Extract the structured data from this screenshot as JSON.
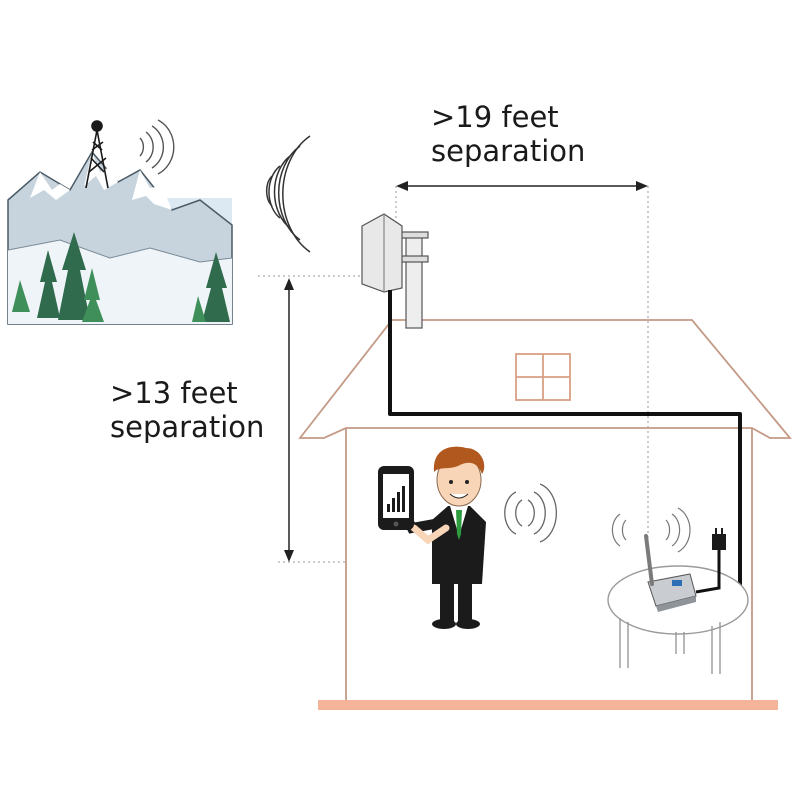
{
  "labels": {
    "horizontal_line1": ">19 feet",
    "horizontal_line2": "separation",
    "vertical_line1": ">13 feet",
    "vertical_line2": "separation"
  },
  "colors": {
    "house_outline": "#c49a86",
    "ground": "#f4b49a",
    "window": "#d89f84",
    "cable": "#111111",
    "sky": "#dce9f3",
    "mountain": "#c7d4de",
    "snow": "#ffffff",
    "tree": "#2f6b4c",
    "tree_light": "#3f8f5a",
    "suit": "#1b1b1b",
    "skin": "#f7d5b6",
    "hair": "#b0581e",
    "tie": "#2e9d3f",
    "booster": "#c9cdd2",
    "dim_line": "#222222",
    "guide": "#9a9a9a"
  },
  "icons": {
    "tower": "cell-tower-icon",
    "outdoor_antenna": "panel-antenna-icon",
    "phone": "smartphone-icon",
    "booster": "signal-booster-icon",
    "indoor_antenna": "indoor-whip-antenna-icon",
    "power": "power-adapter-icon",
    "person": "person-icon",
    "waves": "signal-waves-icon"
  }
}
